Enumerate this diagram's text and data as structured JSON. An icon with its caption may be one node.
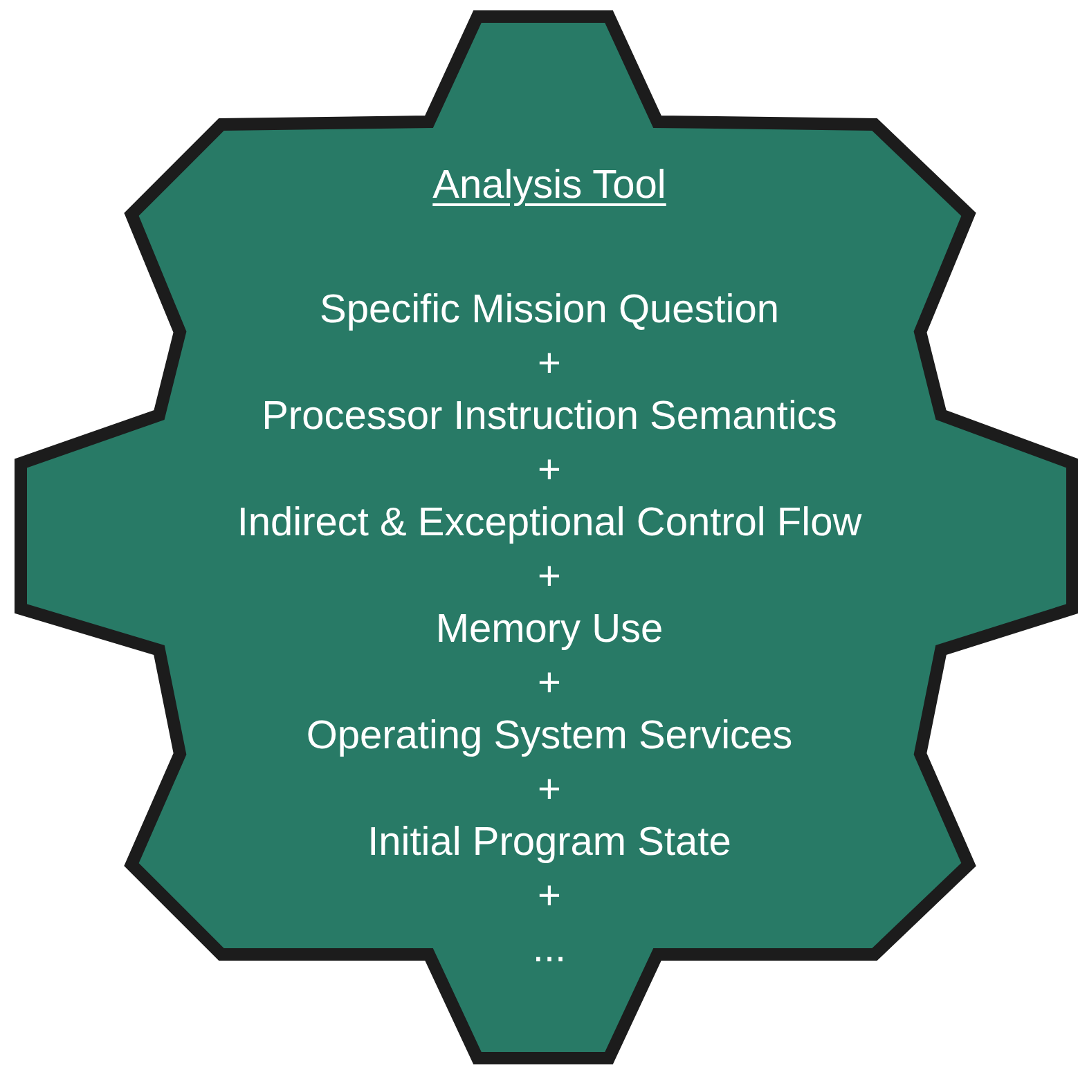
{
  "diagram": {
    "nodes": [
      {
        "text": [
          "Analysis Tool",
          "Specific Mission Question",
          "+",
          "Processor Instruction Semantics",
          "+",
          "Indirect & Exceptional Control Flow",
          "+",
          "Memory Use",
          "+",
          "Operating System Services",
          "+",
          "Initial Program State",
          "+",
          "..."
        ]
      }
    ]
  }
}
